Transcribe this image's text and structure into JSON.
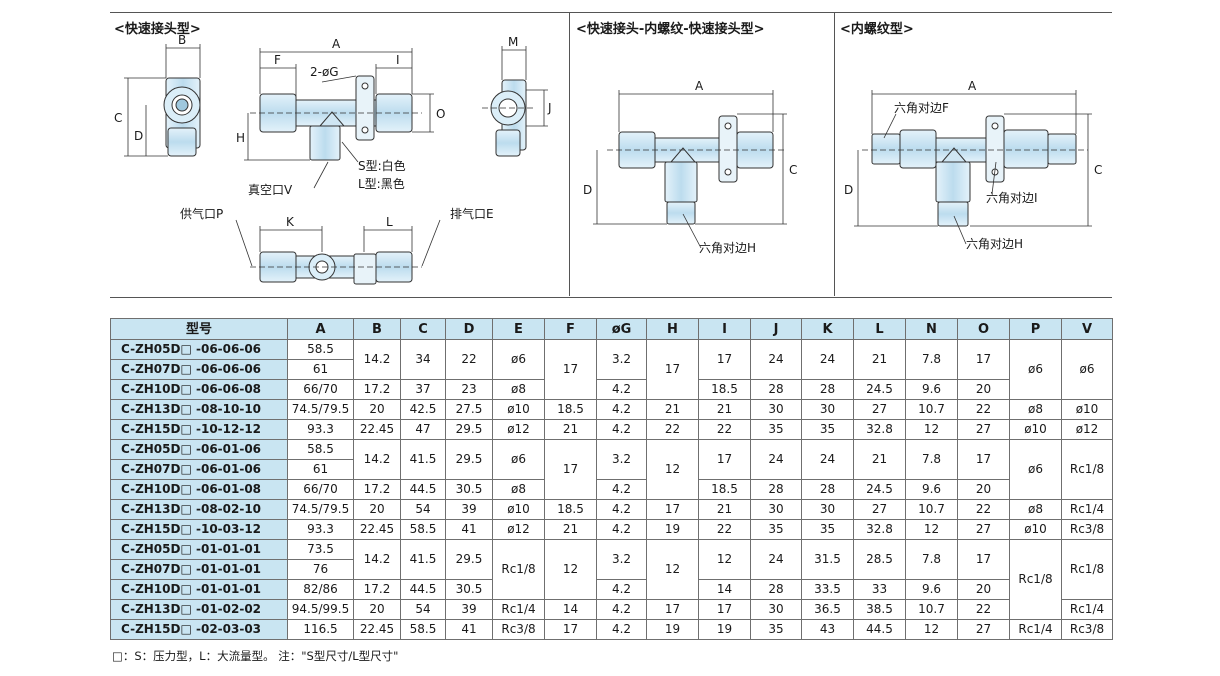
{
  "panels": {
    "p1_title": "<快速接头型>",
    "p2_title": "<快速接头-内螺纹-快速接头型>",
    "p3_title": "<内螺纹型>"
  },
  "labels": {
    "A": "A",
    "B": "B",
    "C": "C",
    "D": "D",
    "F": "F",
    "I": "I",
    "H": "H",
    "M": "M",
    "O": "O",
    "J": "J",
    "K": "K",
    "L": "L",
    "hole": "2-øG",
    "s_type": "S型:白色",
    "l_type": "L型:黑色",
    "vacuum": "真空口V",
    "supply": "供气口P",
    "exhaust": "排气口E",
    "hexH": "六角对边H",
    "hexF": "六角对边F",
    "hexI": "六角对边I"
  },
  "table": {
    "headers": [
      "型号",
      "A",
      "B",
      "C",
      "D",
      "E",
      "F",
      "øG",
      "H",
      "I",
      "J",
      "K",
      "L",
      "N",
      "O",
      "P",
      "V"
    ],
    "rows": [
      [
        "C-ZH05D□ -06-06-06",
        "58.5",
        "14.2",
        "34",
        "22",
        "ø6",
        "17",
        "3.2",
        "17",
        "17",
        "24",
        "24",
        "21",
        "7.8",
        "17",
        "ø6",
        "ø6"
      ],
      [
        "C-ZH07D□ -06-06-06",
        "61",
        "",
        "",
        "",
        "",
        "",
        "",
        "",
        "",
        "",
        "",
        "",
        "",
        "",
        "",
        ""
      ],
      [
        "C-ZH10D□ -06-06-08",
        "66/70",
        "17.2",
        "37",
        "23",
        "ø8",
        "",
        "4.2",
        "",
        "18.5",
        "28",
        "28",
        "24.5",
        "9.6",
        "20",
        "",
        ""
      ],
      [
        "C-ZH13D□ -08-10-10",
        "74.5/79.5",
        "20",
        "42.5",
        "27.5",
        "ø10",
        "18.5",
        "4.2",
        "21",
        "21",
        "30",
        "30",
        "27",
        "10.7",
        "22",
        "ø8",
        "ø10"
      ],
      [
        "C-ZH15D□ -10-12-12",
        "93.3",
        "22.45",
        "47",
        "29.5",
        "ø12",
        "21",
        "4.2",
        "22",
        "22",
        "35",
        "35",
        "32.8",
        "12",
        "27",
        "ø10",
        "ø12"
      ],
      [
        "C-ZH05D□ -06-01-06",
        "58.5",
        "14.2",
        "41.5",
        "29.5",
        "ø6",
        "17",
        "3.2",
        "12",
        "17",
        "24",
        "24",
        "21",
        "7.8",
        "17",
        "ø6",
        "Rc1/8"
      ],
      [
        "C-ZH07D□ -06-01-06",
        "61",
        "",
        "",
        "",
        "",
        "",
        "",
        "",
        "",
        "",
        "",
        "",
        "",
        "",
        "",
        ""
      ],
      [
        "C-ZH10D□ -06-01-08",
        "66/70",
        "17.2",
        "44.5",
        "30.5",
        "ø8",
        "",
        "4.2",
        "",
        "18.5",
        "28",
        "28",
        "24.5",
        "9.6",
        "20",
        "",
        ""
      ],
      [
        "C-ZH13D□ -08-02-10",
        "74.5/79.5",
        "20",
        "54",
        "39",
        "ø10",
        "18.5",
        "4.2",
        "17",
        "21",
        "30",
        "30",
        "27",
        "10.7",
        "22",
        "ø8",
        "Rc1/4"
      ],
      [
        "C-ZH15D□ -10-03-12",
        "93.3",
        "22.45",
        "58.5",
        "41",
        "ø12",
        "21",
        "4.2",
        "19",
        "22",
        "35",
        "35",
        "32.8",
        "12",
        "27",
        "ø10",
        "Rc3/8"
      ],
      [
        "C-ZH05D□ -01-01-01",
        "73.5",
        "14.2",
        "41.5",
        "29.5",
        "Rc1/8",
        "12",
        "3.2",
        "12",
        "12",
        "24",
        "31.5",
        "28.5",
        "7.8",
        "17",
        "Rc1/8",
        "Rc1/8"
      ],
      [
        "C-ZH07D□ -01-01-01",
        "76",
        "",
        "",
        "",
        "",
        "",
        "",
        "",
        "",
        "",
        "",
        "",
        "",
        "",
        "",
        ""
      ],
      [
        "C-ZH10D□ -01-01-01",
        "82/86",
        "17.2",
        "44.5",
        "30.5",
        "",
        "",
        "4.2",
        "",
        "14",
        "28",
        "33.5",
        "33",
        "9.6",
        "20",
        "",
        ""
      ],
      [
        "C-ZH13D□ -01-02-02",
        "94.5/99.5",
        "20",
        "54",
        "39",
        "Rc1/4",
        "14",
        "4.2",
        "17",
        "17",
        "30",
        "36.5",
        "38.5",
        "10.7",
        "22",
        "",
        "Rc1/4"
      ],
      [
        "C-ZH15D□ -02-03-03",
        "116.5",
        "22.45",
        "58.5",
        "41",
        "Rc3/8",
        "17",
        "4.2",
        "19",
        "19",
        "35",
        "43",
        "44.5",
        "12",
        "27",
        "Rc1/4",
        "Rc3/8"
      ]
    ]
  },
  "note": "□：S：压力型，L：大流量型。  注：\"S型尺寸/L型尺寸\""
}
